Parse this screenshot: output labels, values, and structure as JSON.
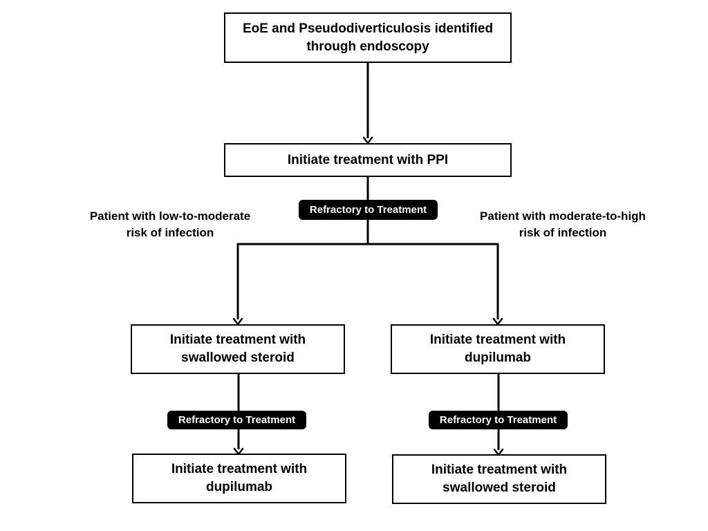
{
  "colors": {
    "line": "#000000",
    "box_border": "#000000",
    "pill_background": "#000000",
    "pill_text": "#ffffff",
    "background": "#ffffff"
  },
  "nodes": {
    "start": {
      "line1": "EoE and Pseudodiverticulosis identified",
      "line2": "through endoscopy"
    },
    "ppi": {
      "label": "Initiate treatment with PPI"
    },
    "left_steroid": {
      "line1": "Initiate treatment with",
      "line2": "swallowed steroid"
    },
    "right_dupilumab": {
      "line1": "Initiate treatment with",
      "line2": "dupilumab"
    },
    "left_dupilumab": {
      "line1": "Initiate treatment with",
      "line2": "dupilumab"
    },
    "right_steroid": {
      "line1": "Initiate treatment with",
      "line2": "swallowed steroid"
    }
  },
  "refractory_labels": {
    "top": "Refractory to Treatment",
    "left": "Refractory to Treatment",
    "right": "Refractory to Treatment"
  },
  "branch_labels": {
    "left": {
      "line1": "Patient with low-to-moderate",
      "line2": "risk of infection"
    },
    "right": {
      "line1": "Patient with moderate-to-high",
      "line2": "risk of infection"
    }
  }
}
